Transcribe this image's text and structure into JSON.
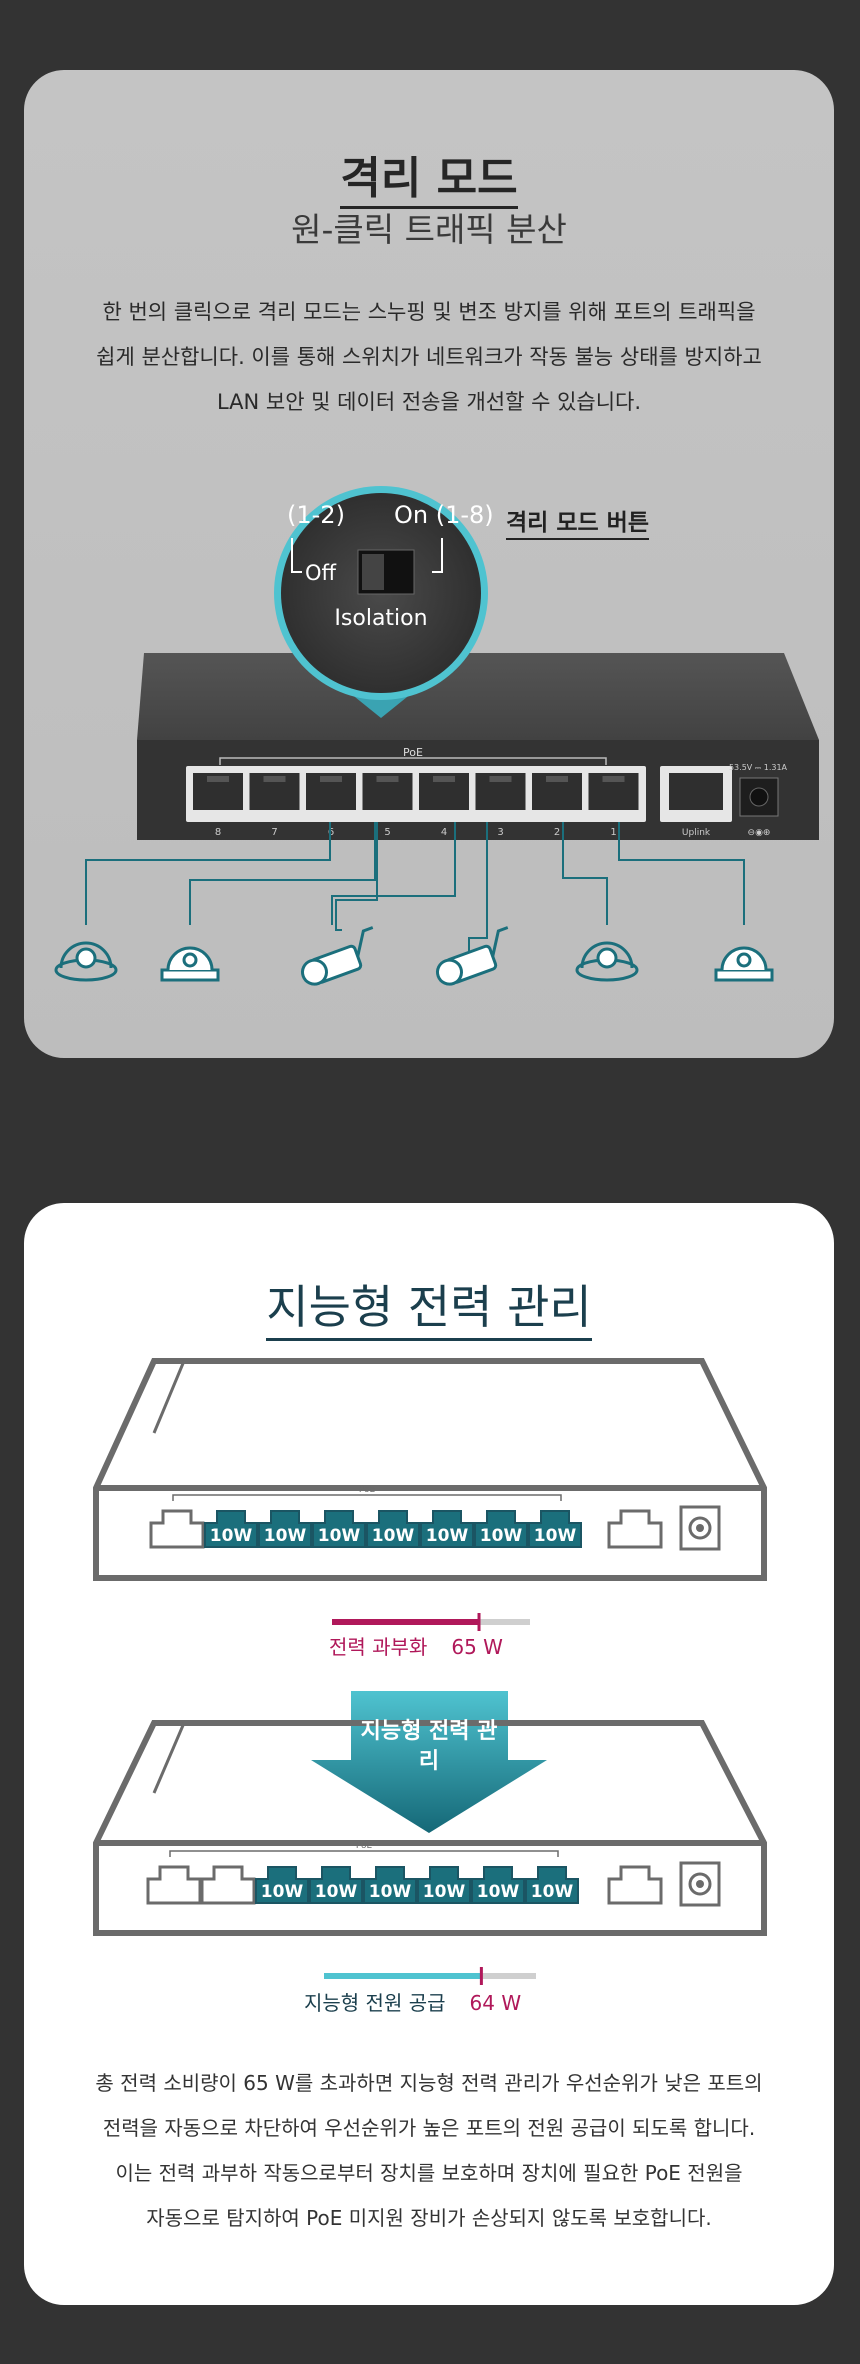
{
  "isolation": {
    "title": "격리 모드",
    "subtitle": "원-클릭 트래픽 분산",
    "description": [
      "한 번의 클릭으로 격리 모드는 스누핑 및 변조 방지를 위해 포트의 트래픽을",
      "쉽게 분산합니다. 이를 통해 스위치가 네트워크가 작동 불능 상태를 방지하고",
      "LAN 보안 및 데이터 전송을 개선할 수 있습니다."
    ],
    "button_label": "격리 모드 버튼",
    "switch": {
      "left_label": "(1-2)",
      "right_label": "On (1-8)",
      "off_label": "Off",
      "name": "Isolation"
    },
    "device": {
      "poe_label": "PoE",
      "port_numbers": [
        "8",
        "7",
        "6",
        "5",
        "4",
        "3",
        "2",
        "1"
      ],
      "uplink_label": "Uplink",
      "power_label": "53.5V ⎓ 1.31A"
    }
  },
  "power": {
    "title": "지능형 전력 관리",
    "poe_label": "PoE",
    "port_label": "10W",
    "top_ports": [
      "10W",
      "10W",
      "10W",
      "10W",
      "10W",
      "10W",
      "10W"
    ],
    "bottom_ports": [
      "10W",
      "10W",
      "10W",
      "10W",
      "10W",
      "10W"
    ],
    "overload_text": "전력 과부화",
    "overload_value": "65 W",
    "overload_level": 0.74,
    "arrow_label": "지능형 전력 관리",
    "supply_text": "지능형 전원 공급",
    "supply_value": "64 W",
    "supply_level": 0.74,
    "description": [
      "총 전력 소비량이 65 W를 초과하면 지능형 전력 관리가 우선순위가 낮은 포트의",
      "전력을 자동으로 차단하여 우선순위가 높은 포트의 전원 공급이 되도록 합니다.",
      "이는 전력 과부하 작동으로부터 장치를 보호하며 장치에 필요한 PoE 전원을",
      "자동으로 탐지하여 PoE 미지원 장비가 손상되지 않도록 보호합니다."
    ],
    "colors": {
      "teal": "#1b6f7c",
      "magenta": "#b0185a",
      "cyan": "#4fc3d0"
    }
  }
}
